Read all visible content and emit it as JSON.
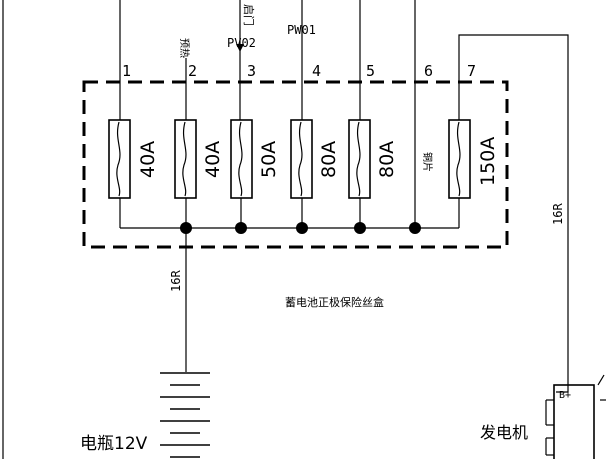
{
  "terminals": [
    {
      "num": "1",
      "rating": "40A"
    },
    {
      "num": "2",
      "rating": "40A"
    },
    {
      "num": "3",
      "rating": "50A"
    },
    {
      "num": "4",
      "rating": "80A"
    },
    {
      "num": "5",
      "rating": "80A"
    },
    {
      "num": "6",
      "rating": ""
    },
    {
      "num": "7",
      "rating": "150A"
    }
  ],
  "labels": {
    "preheat": "预热",
    "pv02": "PV02",
    "pw01": "PW01",
    "top_mark": "启门",
    "copper": "铜片",
    "wire_16r_left": "16R",
    "wire_16r_right": "16R",
    "box_title": "蓄电池正极保险丝盒",
    "battery": "电瓶12V",
    "generator": "发电机",
    "generator_terminal": "B+"
  }
}
